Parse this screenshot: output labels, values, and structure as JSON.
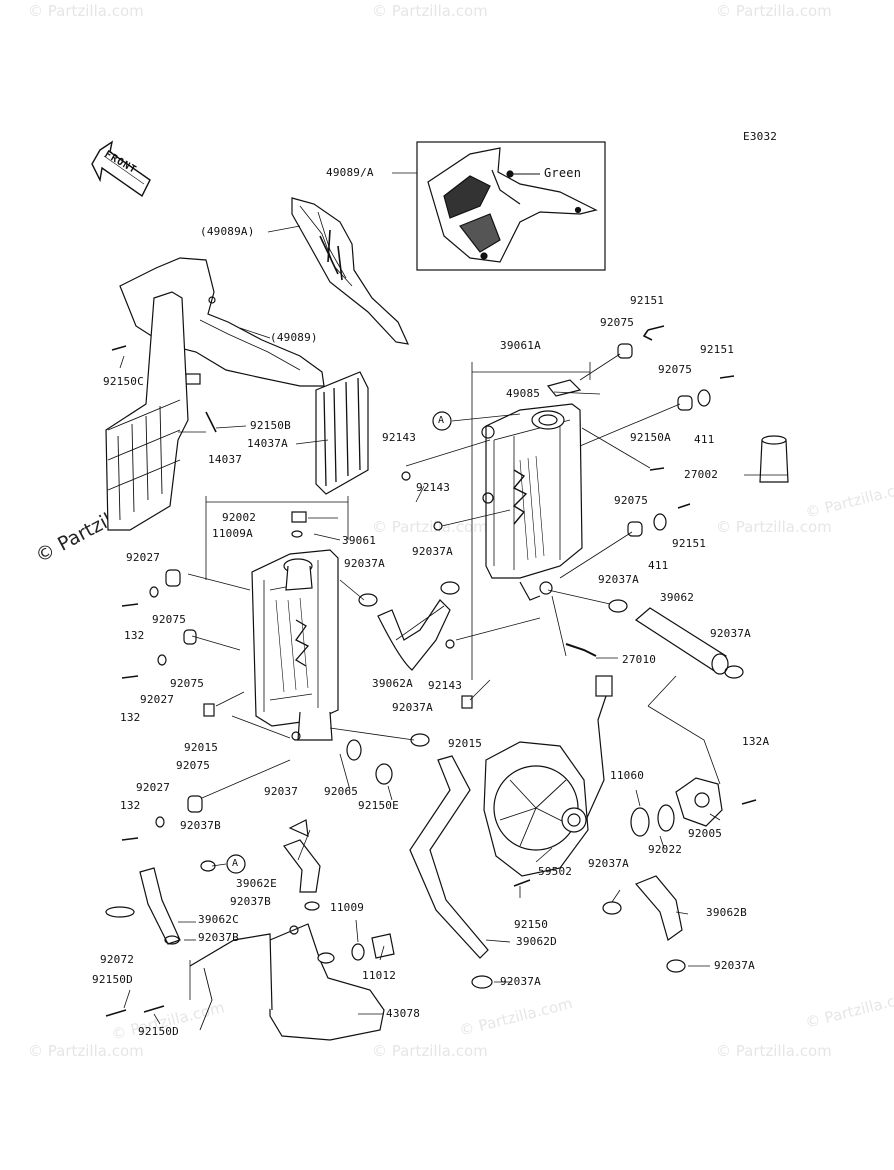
{
  "diagram": {
    "code": "E3032",
    "front_label": "FRONT",
    "watermark_small": "© Partzilla.com",
    "watermark_large": "© Partzilla.com",
    "callout_marker": "A",
    "inset_color_note": "Green",
    "parts": [
      {
        "id": "p1",
        "label": "49089/A"
      },
      {
        "id": "p2",
        "label": "(49089A)"
      },
      {
        "id": "p3",
        "label": "(49089)"
      },
      {
        "id": "p4",
        "label": "92150C"
      },
      {
        "id": "p5",
        "label": "92150B"
      },
      {
        "id": "p6",
        "label": "14037A"
      },
      {
        "id": "p7",
        "label": "14037"
      },
      {
        "id": "p8",
        "label": "39061A"
      },
      {
        "id": "p9",
        "label": "92151"
      },
      {
        "id": "p10",
        "label": "92075"
      },
      {
        "id": "p11",
        "label": "92151"
      },
      {
        "id": "p12",
        "label": "92075"
      },
      {
        "id": "p13",
        "label": "49085"
      },
      {
        "id": "p14",
        "label": "92143"
      },
      {
        "id": "p15",
        "label": "92150A"
      },
      {
        "id": "p16",
        "label": "411"
      },
      {
        "id": "p17",
        "label": "27002"
      },
      {
        "id": "p18",
        "label": "92143"
      },
      {
        "id": "p19",
        "label": "92002"
      },
      {
        "id": "p20",
        "label": "11009A"
      },
      {
        "id": "p21",
        "label": "39061"
      },
      {
        "id": "p22",
        "label": "92075"
      },
      {
        "id": "p23",
        "label": "411"
      },
      {
        "id": "p24",
        "label": "92151"
      },
      {
        "id": "p25",
        "label": "92037A"
      },
      {
        "id": "p26",
        "label": "92027"
      },
      {
        "id": "p27",
        "label": "92075"
      },
      {
        "id": "p28",
        "label": "132"
      },
      {
        "id": "p29",
        "label": "92037A"
      },
      {
        "id": "p30",
        "label": "92037A"
      },
      {
        "id": "p31",
        "label": "39062"
      },
      {
        "id": "p32",
        "label": "92037A"
      },
      {
        "id": "p33",
        "label": "27010"
      },
      {
        "id": "p34",
        "label": "92075"
      },
      {
        "id": "p35",
        "label": "92027"
      },
      {
        "id": "p36",
        "label": "132"
      },
      {
        "id": "p37",
        "label": "39062A"
      },
      {
        "id": "p38",
        "label": "92143"
      },
      {
        "id": "p39",
        "label": "92037A"
      },
      {
        "id": "p40",
        "label": "92015"
      },
      {
        "id": "p41",
        "label": "92015"
      },
      {
        "id": "p42",
        "label": "132A"
      },
      {
        "id": "p43",
        "label": "92075"
      },
      {
        "id": "p44",
        "label": "92027"
      },
      {
        "id": "p45",
        "label": "92065"
      },
      {
        "id": "p46",
        "label": "92150E"
      },
      {
        "id": "p47",
        "label": "11060"
      },
      {
        "id": "p48",
        "label": "132"
      },
      {
        "id": "p49",
        "label": "92037B"
      },
      {
        "id": "p50",
        "label": "92037"
      },
      {
        "id": "p51",
        "label": "92005"
      },
      {
        "id": "p52",
        "label": "92022"
      },
      {
        "id": "p53",
        "label": "39062E"
      },
      {
        "id": "p54",
        "label": "59502"
      },
      {
        "id": "p55",
        "label": "92037A"
      },
      {
        "id": "p56",
        "label": "92037B"
      },
      {
        "id": "p57",
        "label": "11009"
      },
      {
        "id": "p58",
        "label": "39062C"
      },
      {
        "id": "p59",
        "label": "92150"
      },
      {
        "id": "p60",
        "label": "39062B"
      },
      {
        "id": "p61",
        "label": "92037B"
      },
      {
        "id": "p62",
        "label": "39062D"
      },
      {
        "id": "p63",
        "label": "92072"
      },
      {
        "id": "p64",
        "label": "11012"
      },
      {
        "id": "p65",
        "label": "92037A"
      },
      {
        "id": "p66",
        "label": "92150D"
      },
      {
        "id": "p67",
        "label": "92037A"
      },
      {
        "id": "p68",
        "label": "92150D"
      },
      {
        "id": "p69",
        "label": "43078"
      }
    ]
  }
}
